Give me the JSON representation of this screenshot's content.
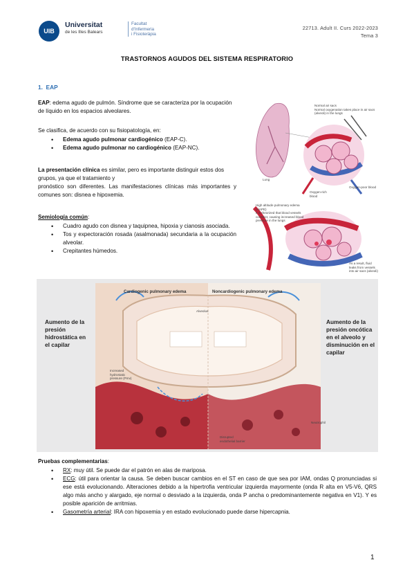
{
  "header": {
    "logo_text": "UIB",
    "university_line1": "Universitat",
    "university_line2": "de les Illes Balears",
    "faculty_line1": "Facultat",
    "faculty_line2": "d'Infermeria",
    "faculty_line3": "i Fisioteràpia",
    "course": "22713. Adult II. Curs 2022-2023",
    "topic": "Tema 3"
  },
  "title": "TRASTORNOS AGUDOS DEL SISTEMA RESPIRATORIO",
  "section": {
    "number": "1.",
    "name": "EAP"
  },
  "definition": {
    "term": "EAP",
    "text": ": edema agudo de pulmón. Síndrome que se caracteriza por la ocupación de líquido en los espacios alveolares."
  },
  "classification": {
    "intro": "Se clasifica, de acuerdo con su fisiopatología, en:",
    "items": [
      {
        "bold": "Edema agudo pulmonar cardiogénico",
        "rest": " (EAP-C)."
      },
      {
        "bold": "Edema agudo pulmonar no cardiogénico",
        "rest": " (EAP-NC)."
      }
    ]
  },
  "presentation": {
    "bold": "La presentación clínica",
    "line1": " es similar, pero es importante distinguir estos dos grupos, ya que el tratamiento y",
    "line2": "pronóstico son diferentes. Las manifestaciones clínicas más importantes y comunes son: disnea e hipoxemia."
  },
  "semiology": {
    "heading": "Semiología común",
    "colon": ":",
    "items": [
      "Cuadro agudo con disnea y taquipnea, hipoxia y cianosis asociada.",
      "Tos y expectoración rosada (asalmonada) secundaria a la ocupación alveolar.",
      "Crepitantes húmedos."
    ]
  },
  "figure_top": {
    "normal_title": "Normal air sacs",
    "normal_desc": "Normal oxygenation takes place in air sacs (alveoli) in the lungs",
    "lung_label": "Lung",
    "oxy_rich": "Oxygen-rich blood",
    "oxy_poor": "Oxygen-poor blood",
    "hape_title": "High altitude pulmonary edema (HAPE)",
    "hape_desc": "It is theorized that blood vessels constrict, causing increased blood pressure in the lungs",
    "result_desc": "As a result, fluid leaks from vessels into air sacs (alveoli)"
  },
  "figure_bottom": {
    "left_text": "Aumento de la presión hidrostática en el capilar",
    "right_text": "Aumento de la presión oncótica en el alveolo y disminución en el capilar",
    "cardio_title": "Cardiogenic pulmonary edema",
    "noncardio_title": "Noncardiogenic pulmonary edema",
    "alveolus_label": "Alveolus",
    "neutrophil_label": "Neutrophil",
    "barrier_label": "Disrupted endothelial barrier",
    "hydro_label": "Increased hydrostatic pressure (Pmv)"
  },
  "tests": {
    "heading": "Pruebas complementarias",
    "colon": ":",
    "items": [
      {
        "term": "RX",
        "text": ": muy útil. Se puede dar el patrón en alas de mariposa."
      },
      {
        "term": "ECG",
        "text": ": útil para orientar la causa. Se deben buscar cambios en el ST en caso de que sea por IAM, ondas Q pronunciadas si ese está evolucionando. Alteraciones debido a la hipertrofia ventricular izquierda mayormente (onda R alta en V5-V6, QRS algo más ancho y alargado, eje normal o desviado a la izquierda, onda P ancha o predominantemente negativa en V1). Y es posible aparición de arritmias."
      },
      {
        "term": "Gasometría arterial",
        "text": ": IRA con hipoxemia y en estado evolucionado puede darse hipercapnia."
      }
    ]
  },
  "page_number": "1",
  "colors": {
    "section": "#2e6fb3",
    "logo": "#0b4a8b",
    "faculty": "#4b72a6"
  }
}
